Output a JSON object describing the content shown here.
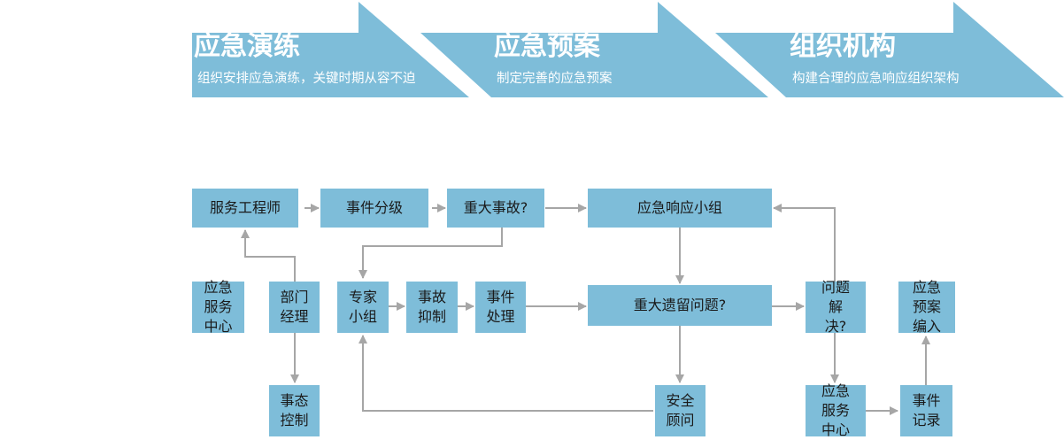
{
  "banner": {
    "color": "#7ebdd9",
    "sections": [
      {
        "title": "应急演练",
        "subtitle": "组织安排应急演练，关键时期从容不迫"
      },
      {
        "title": "应急预案",
        "subtitle": "制定完善的应急预案"
      },
      {
        "title": "组织机构",
        "subtitle": "构建合理的应急响应组织架构"
      }
    ]
  },
  "flowchart": {
    "box_color": "#7ebdd9",
    "arrow_color": "#a6a6a6",
    "nodes": {
      "service_engineer": "服务工程师",
      "event_grading": "事件分级",
      "major_accident": "重大事故?",
      "response_group": "应急响应小组",
      "service_center_left": "应急服务中心",
      "dept_manager": "部门经理",
      "situation_control": "事态控制",
      "expert_group": "专家小组",
      "accident_suppression": "事故抑制",
      "event_handling": "事件处理",
      "major_leftover": "重大遗留问题?",
      "problem_solved": "问题解决?",
      "plan_entry": "应急预案编入",
      "security_advisor": "安全顾问",
      "service_center_right": "应急服务中心",
      "event_record": "事件记录"
    }
  }
}
